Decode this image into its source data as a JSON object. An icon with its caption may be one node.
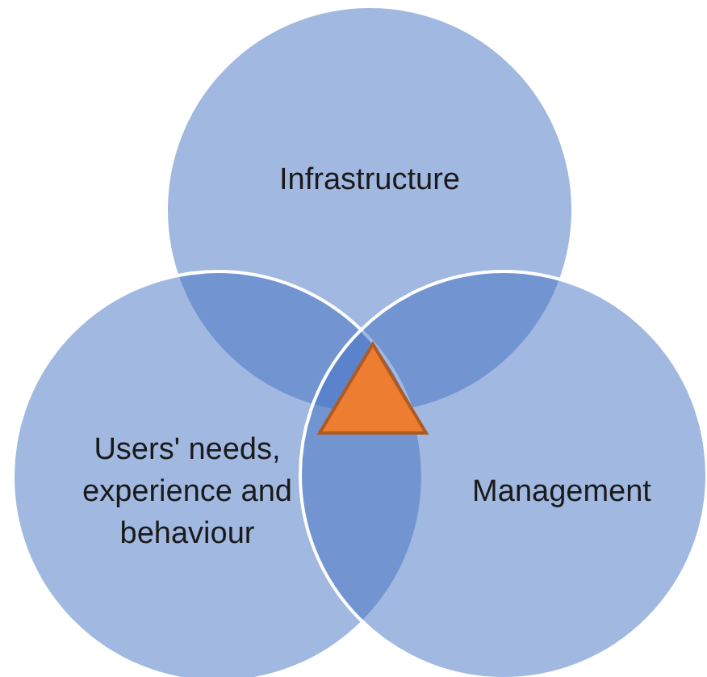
{
  "diagram": {
    "nodes": [
      {
        "text": [
          "Infrastructure"
        ]
      },
      {
        "text": [
          "Users' needs, experience and behaviour"
        ]
      },
      {
        "text": [
          "Management"
        ]
      },
      {
        "text": [],
        "shape": "triangle"
      }
    ]
  }
}
